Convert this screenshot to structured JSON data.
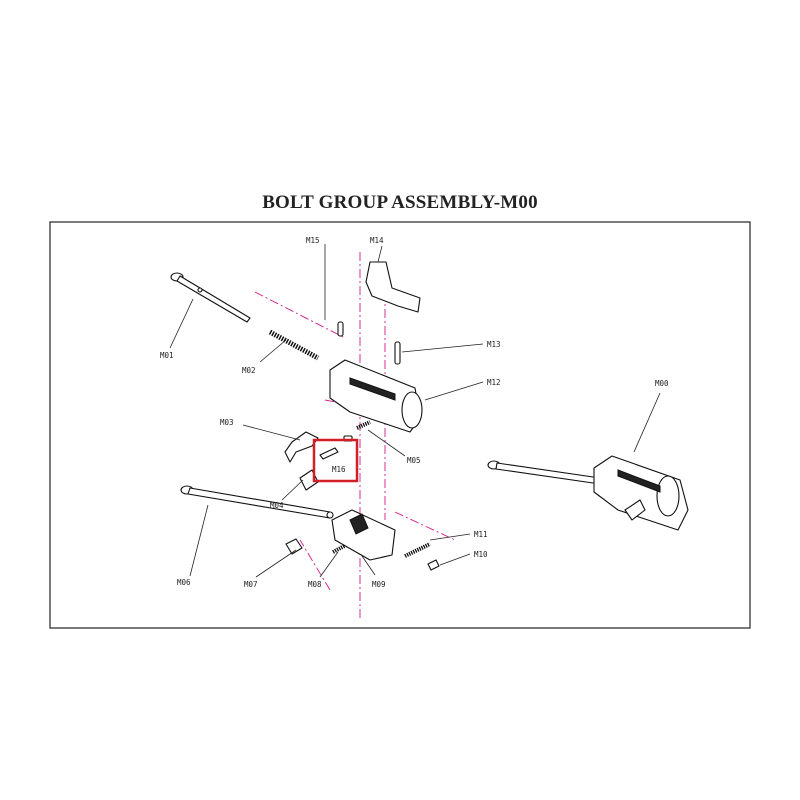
{
  "title": "BOLT GROUP ASSEMBLY-M00",
  "colors": {
    "frame": "#333333",
    "guide_lines": "#d21d8a",
    "highlight": "#d11f26",
    "ink": "#111111"
  },
  "labels": {
    "m00": "M00",
    "m01": "M01",
    "m02": "M02",
    "m03": "M03",
    "m04": "M04",
    "m05": "M05",
    "m06": "M06",
    "m07": "M07",
    "m08": "M08",
    "m09": "M09",
    "m10": "M10",
    "m11": "M11",
    "m12": "M12",
    "m13": "M13",
    "m14": "M14",
    "m15": "M15",
    "m16": "M16"
  },
  "highlighted_part": "M16"
}
